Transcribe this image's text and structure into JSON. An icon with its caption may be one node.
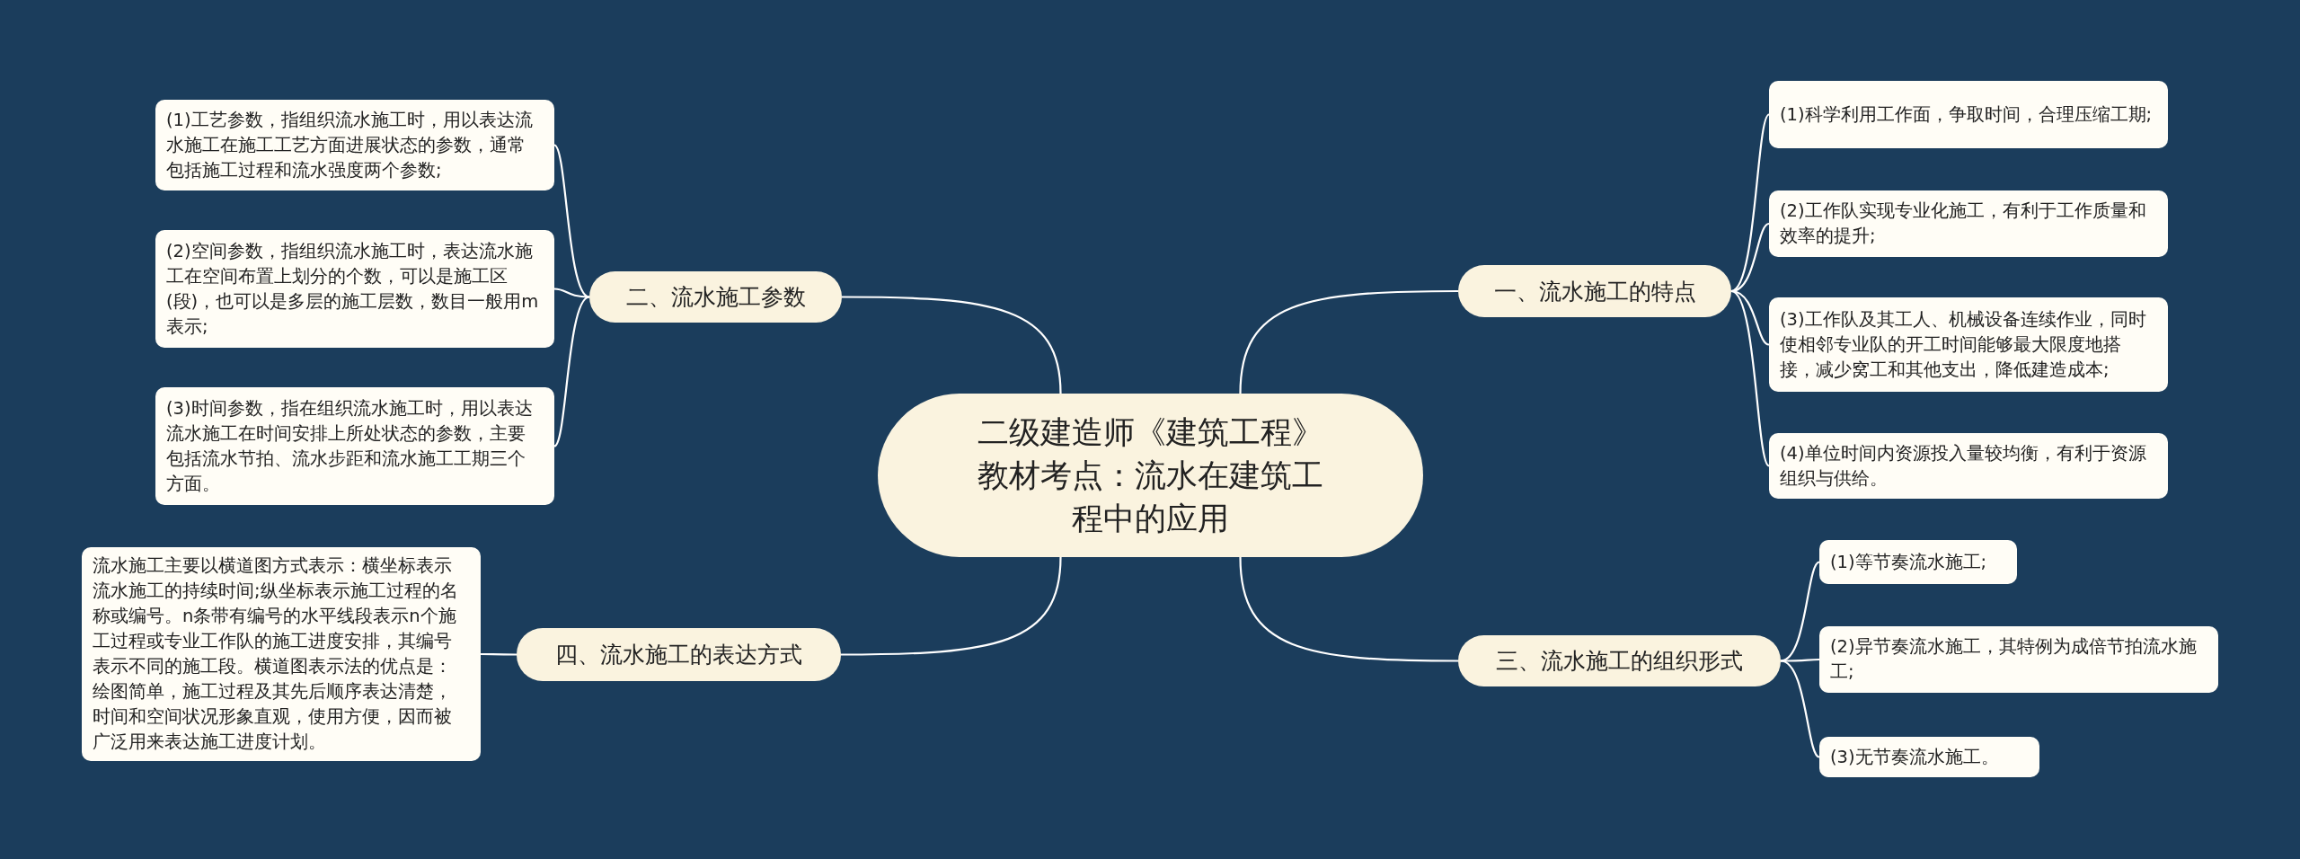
{
  "diagram": {
    "nodes": [
      {
        "text": [
          "二级建造师《建筑工程》教材考点：流水在建筑工程中的应用"
        ]
      },
      {
        "text": [
          "二、流水施工参数"
        ]
      },
      {
        "text": [
          "(1)工艺参数，指组织流水施工时，用以表达流水施工在施工工艺方面进展状态的参数，通常包括施工过程和流水强度两个参数;"
        ]
      },
      {
        "text": [
          "(2)空间参数，指组织流水施工时，表达流水施工在空间布置上划分的个数，可以是施工区(段)，也可以是多层的施工层数，数目一般用m表示;"
        ]
      },
      {
        "text": [
          "(3)时间参数，指在组织流水施工时，用以表达流水施工在时间安排上所处状态的参数，主要包括流水节拍、流水步距和流水施工工期三个方面。"
        ]
      },
      {
        "text": [
          "一、流水施工的特点"
        ]
      },
      {
        "text": [
          "(1)科学利用工作面，争取时间，合理压缩工期;"
        ]
      },
      {
        "text": [
          "(2)工作队实现专业化施工，有利于工作质量和效率的提升;"
        ]
      },
      {
        "text": [
          "(3)工作队及其工人、机械设备连续作业，同时使相邻专业队的开工时间能够最大限度地搭接，减少窝工和其他支出，降低建造成本;"
        ]
      },
      {
        "text": [
          "(4)单位时间内资源投入量较均衡，有利于资源组织与供给。"
        ]
      },
      {
        "text": [
          "四、流水施工的表达方式"
        ]
      },
      {
        "text": [
          "流水施工主要以横道图方式表示：横坐标表示流水施工的持续时间;纵坐标表示施工过程的名称或编号。n条带有编号的水平线段表示n个施工过程或专业工作队的施工进度安排，其编号表示不同的施工段。横道图表示法的优点是：绘图简单，施工过程及其先后顺序表达清楚，时间和空间状况形象直观，使用方便，因而被广泛用来表达施工进度计划。"
        ]
      },
      {
        "text": [
          "三、流水施工的组织形式"
        ]
      },
      {
        "text": [
          "(1)等节奏流水施工;"
        ]
      },
      {
        "text": [
          "(2)异节奏流水施工，其特例为成倍节拍流水施工;"
        ]
      },
      {
        "text": [
          "(3)无节奏流水施工。"
        ]
      }
    ],
    "edges": [
      {
        "from": 0,
        "to": 1,
        "arrow": "none"
      },
      {
        "from": 1,
        "to": 2,
        "arrow": "none"
      },
      {
        "from": 1,
        "to": 3,
        "arrow": "none"
      },
      {
        "from": 1,
        "to": 4,
        "arrow": "none"
      },
      {
        "from": 0,
        "to": 5,
        "arrow": "none"
      },
      {
        "from": 5,
        "to": 6,
        "arrow": "none"
      },
      {
        "from": 5,
        "to": 7,
        "arrow": "none"
      },
      {
        "from": 5,
        "to": 8,
        "arrow": "none"
      },
      {
        "from": 5,
        "to": 9,
        "arrow": "none"
      },
      {
        "from": 0,
        "to": 10,
        "arrow": "none"
      },
      {
        "from": 10,
        "to": 11,
        "arrow": "none"
      },
      {
        "from": 0,
        "to": 12,
        "arrow": "none"
      },
      {
        "from": 12,
        "to": 13,
        "arrow": "none"
      },
      {
        "from": 12,
        "to": 14,
        "arrow": "none"
      },
      {
        "from": 12,
        "to": 15,
        "arrow": "none"
      }
    ]
  }
}
